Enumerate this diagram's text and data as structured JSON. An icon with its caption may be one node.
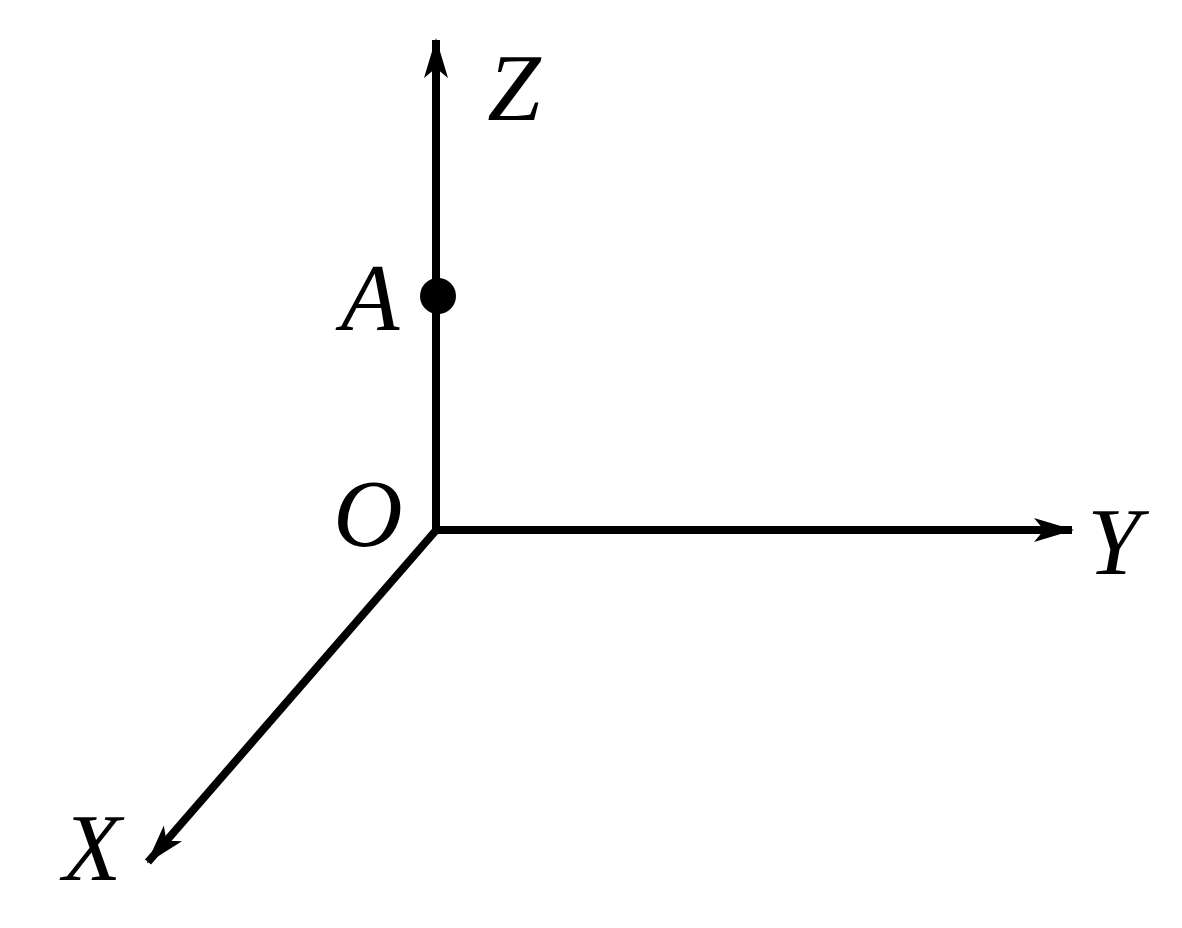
{
  "diagram": {
    "labels": [
      "Z",
      "A",
      "O",
      "Y",
      "X"
    ]
  }
}
